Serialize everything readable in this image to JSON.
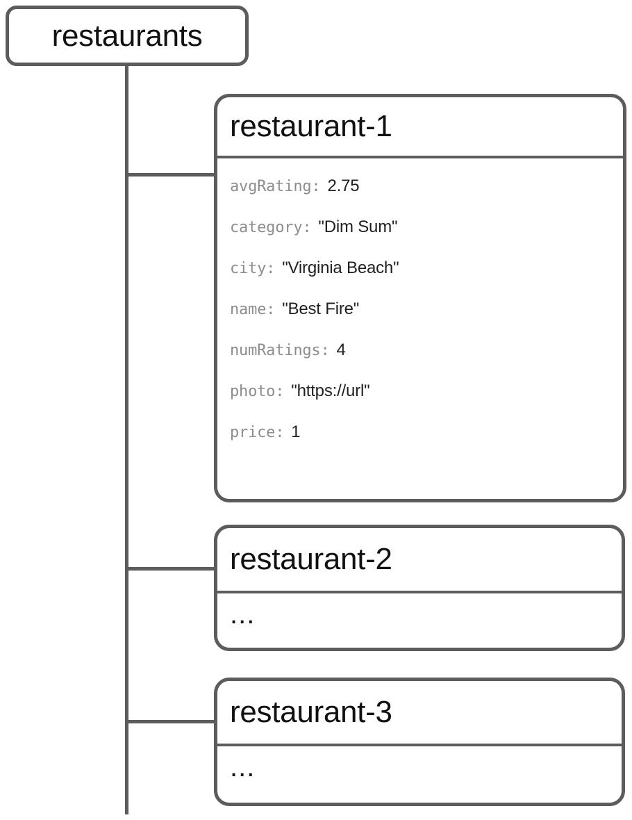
{
  "diagram": {
    "type": "firestore-collection-tree",
    "root": {
      "label": "restaurants",
      "kind": "collection"
    },
    "documents": [
      {
        "id": "restaurant-1",
        "expanded": true,
        "fields": [
          {
            "key": "avgRating:",
            "value": "2.75"
          },
          {
            "key": "category:",
            "value": "\"Dim Sum\""
          },
          {
            "key": "city:",
            "value": "\"Virginia Beach\""
          },
          {
            "key": "name:",
            "value": "\"Best Fire\""
          },
          {
            "key": "numRatings:",
            "value": "4"
          },
          {
            "key": "photo:",
            "value": "\"https://url\""
          },
          {
            "key": "price:",
            "value": "1"
          }
        ]
      },
      {
        "id": "restaurant-2",
        "expanded": false,
        "placeholder": "..."
      },
      {
        "id": "restaurant-3",
        "expanded": false,
        "placeholder": "..."
      }
    ]
  },
  "colors": {
    "stroke": "#5c5c5c",
    "text": "#111111",
    "key_text": "#8d8d8d",
    "value_text": "#1f1f1f",
    "background": "#ffffff"
  }
}
